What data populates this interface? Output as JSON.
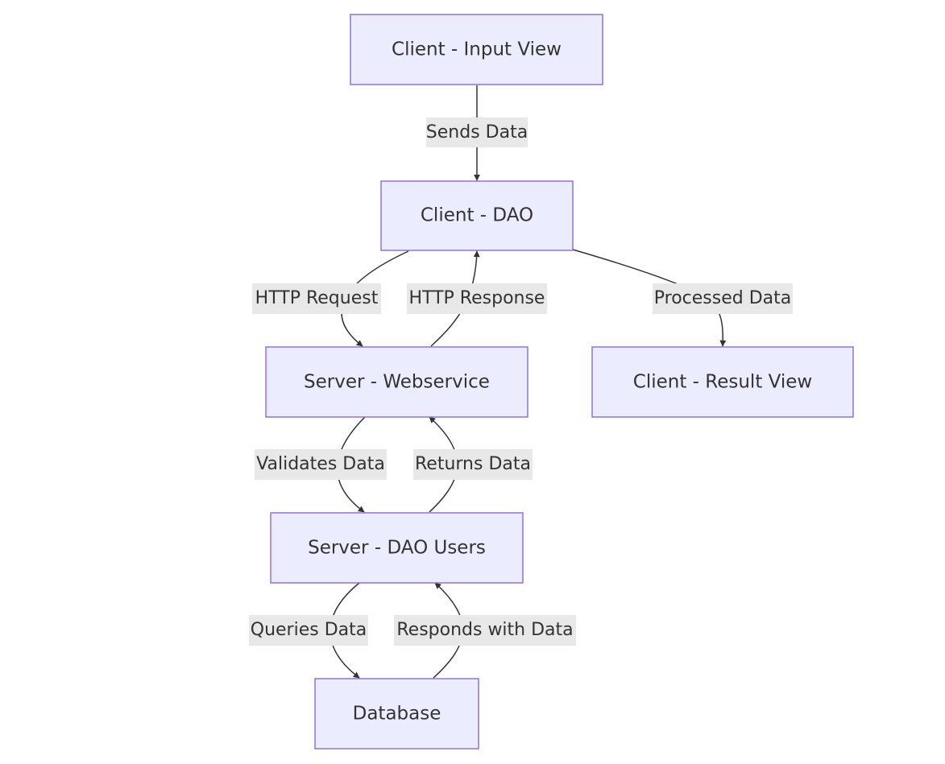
{
  "nodes": {
    "client_input_view": "Client - Input View",
    "client_dao": "Client - DAO",
    "server_webservice": "Server - Webservice",
    "client_result_view": "Client - Result View",
    "server_dao_users": "Server - DAO Users",
    "database": "Database"
  },
  "edges": {
    "sends_data": "Sends Data",
    "http_request": "HTTP Request",
    "http_response": "HTTP Response",
    "processed_data": "Processed Data",
    "validates_data": "Validates Data",
    "returns_data": "Returns Data",
    "queries_data": "Queries Data",
    "responds_with_data": "Responds with Data"
  },
  "colors": {
    "node_fill": "#ececff",
    "node_stroke": "#9370db",
    "edge": "#333333",
    "label_bg": "#e8e8e8"
  }
}
